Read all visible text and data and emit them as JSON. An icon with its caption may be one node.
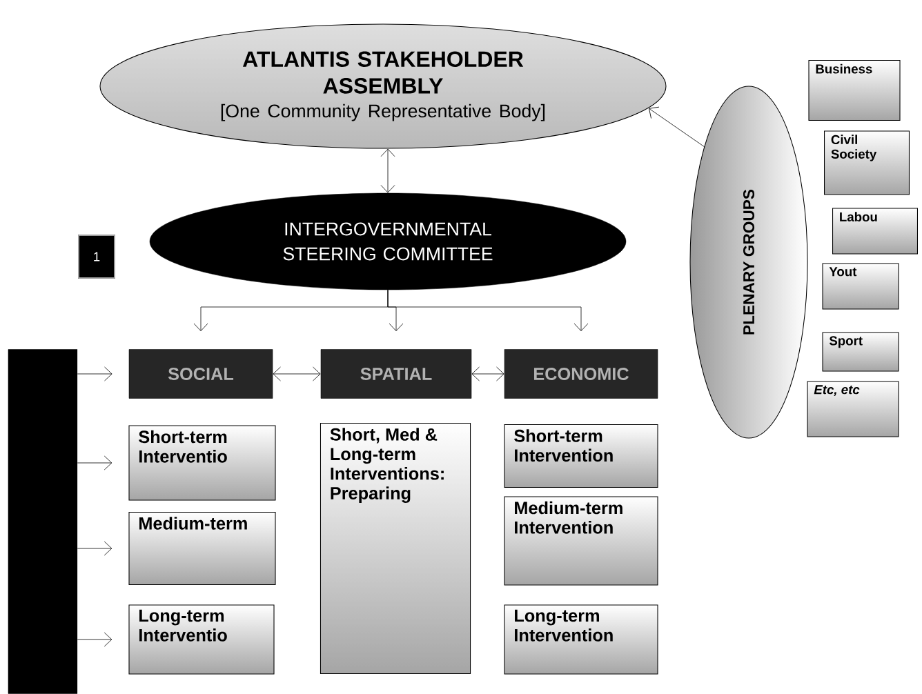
{
  "diagram": {
    "nodes": [
      {
        "text": [
          "ATLANTIS STAKEHOLDER ASSEMBLY",
          "[One Community Representative Body]"
        ]
      },
      {
        "text": [
          "INTERGOVERNMENTAL STEERING COMMITTEE"
        ]
      },
      {
        "text": [
          "PLENARY GROUPS"
        ]
      },
      {
        "text": [
          "Business"
        ]
      },
      {
        "text": [
          "Civil Society"
        ]
      },
      {
        "text": [
          "Labou"
        ]
      },
      {
        "text": [
          "Yout"
        ]
      },
      {
        "text": [
          "Sport"
        ]
      },
      {
        "text": [
          "*Etc, etc*"
        ]
      },
      {
        "text": [
          "1"
        ]
      },
      {
        "text": [],
        "shape": "bar"
      },
      {
        "text": [
          "SOCIAL"
        ]
      },
      {
        "text": [
          "SPATIAL"
        ]
      },
      {
        "text": [
          "ECONOMIC"
        ]
      },
      {
        "text": [
          "Short-term Interventio"
        ]
      },
      {
        "text": [
          "Medium-term"
        ]
      },
      {
        "text": [
          "Long-term Interventio"
        ]
      },
      {
        "text": [
          "Short, Med & Long-term Interventions: Preparing"
        ]
      },
      {
        "text": [
          "Short-term Intervention"
        ]
      },
      {
        "text": [
          "Medium-term Intervention"
        ]
      },
      {
        "text": [
          "Long-term Intervention"
        ]
      }
    ],
    "edges": [
      {
        "from": 0,
        "to": 1,
        "arrow": "both"
      },
      {
        "from": 2,
        "to": 0,
        "arrow": "to"
      },
      {
        "from": 1,
        "to": 11,
        "arrow": "to"
      },
      {
        "from": 1,
        "to": 12,
        "arrow": "to"
      },
      {
        "from": 1,
        "to": 13,
        "arrow": "to"
      },
      {
        "from": 11,
        "to": 12,
        "arrow": "both"
      },
      {
        "from": 12,
        "to": 13,
        "arrow": "both"
      },
      {
        "from": 10,
        "to": 11,
        "arrow": "to"
      },
      {
        "from": 10,
        "to": 14,
        "arrow": "to"
      },
      {
        "from": 10,
        "to": 15,
        "arrow": "to"
      },
      {
        "from": 10,
        "to": 16,
        "arrow": "to"
      }
    ]
  }
}
